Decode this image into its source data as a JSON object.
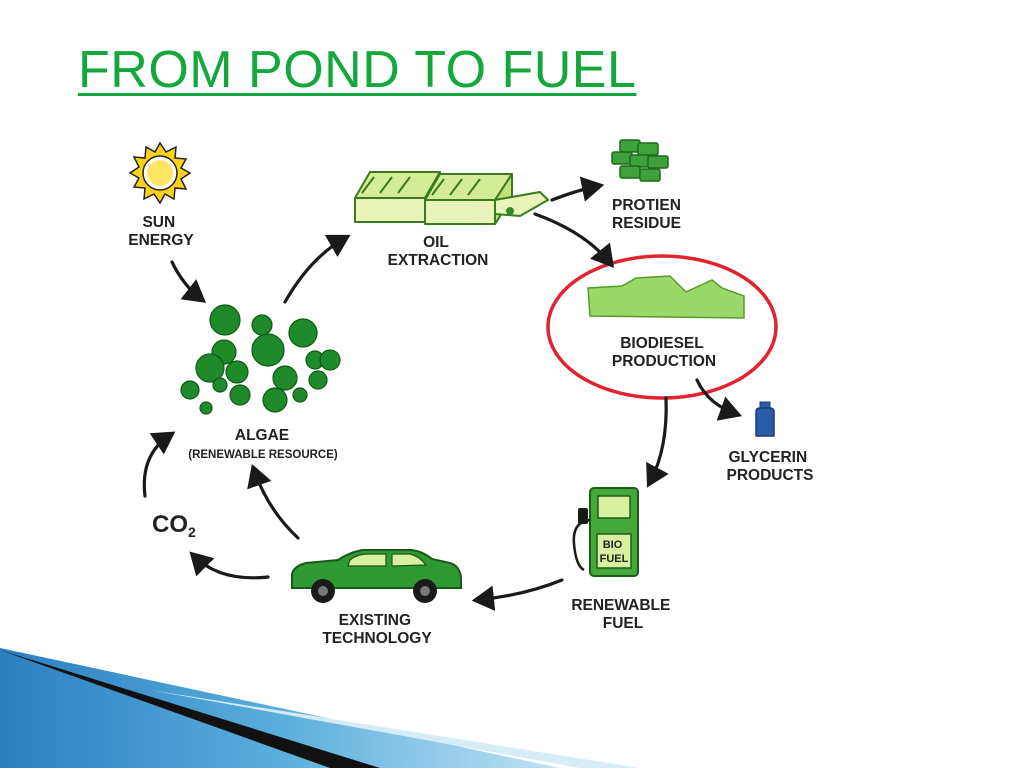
{
  "title": "FROM POND TO FUEL",
  "labels": {
    "sun": [
      "SUN",
      "ENERGY"
    ],
    "oil": [
      "OIL",
      "EXTRACTION"
    ],
    "protein": [
      "PROTIEN",
      "RESIDUE"
    ],
    "biodiesel": [
      "BIODIESEL",
      "PRODUCTION"
    ],
    "glycerin": [
      "GLYCERIN",
      "PRODUCTS"
    ],
    "algae": "ALGAE",
    "algae_sub": "(RENEWABLE RESOURCE)",
    "co2": "CO",
    "co2_sub": "2",
    "renewable": [
      "RENEWABLE",
      "FUEL"
    ],
    "existing": [
      "EXISTING",
      "TECHNOLOGY"
    ],
    "pump": [
      "BIO",
      "FUEL"
    ]
  },
  "colors": {
    "title": "#14a83c",
    "algae": "#1f8a2a",
    "light_green": "#9ad86a",
    "pale_green": "#e9f5b8",
    "car": "#2e9a31",
    "pump": "#44a83a",
    "bottle": "#2a5aa8",
    "highlight": "#e0232e"
  },
  "icons": [
    "sun-icon",
    "oil-extraction-icon",
    "protein-residue-icon",
    "biodiesel-icon",
    "glycerin-bottle-icon",
    "algae-cluster-icon",
    "fuel-pump-icon",
    "car-icon"
  ]
}
